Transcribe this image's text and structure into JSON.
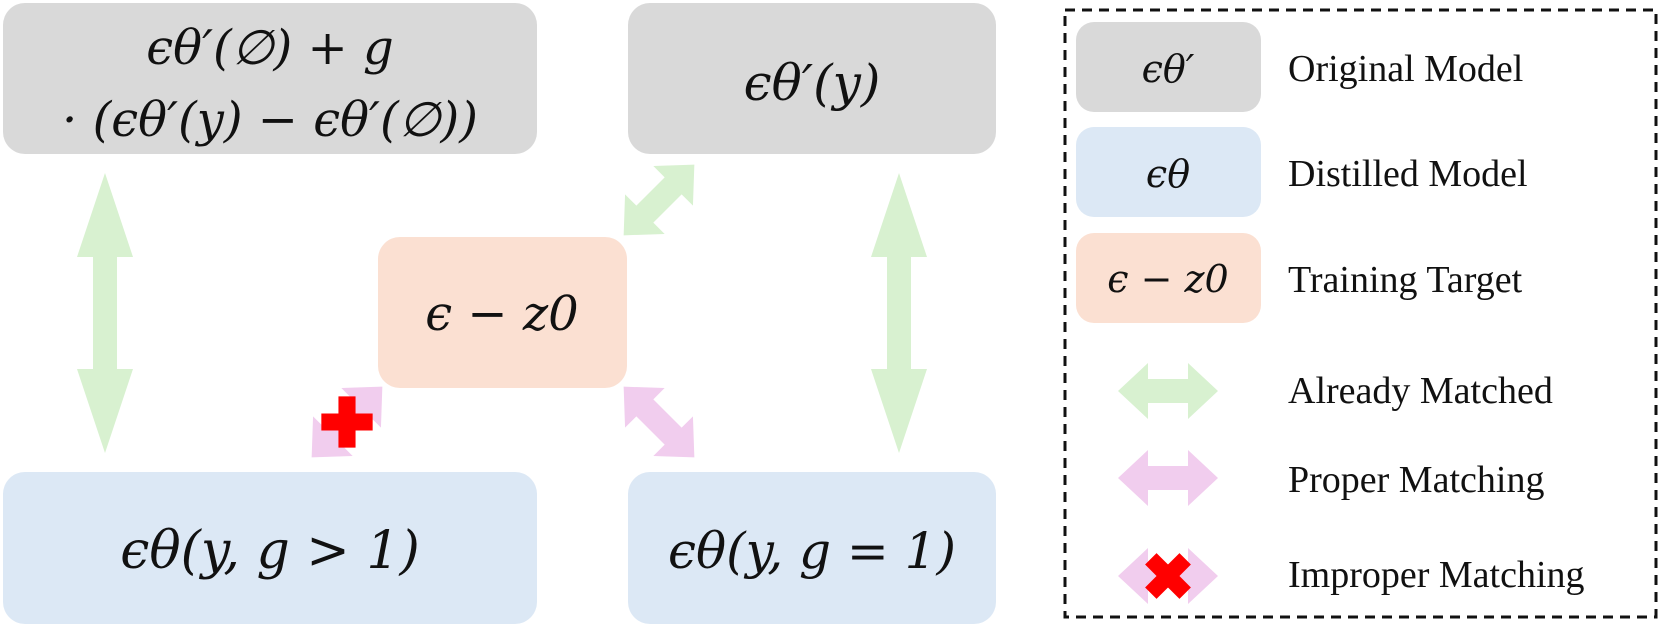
{
  "colors": {
    "original": "#d9d9d9",
    "distilled": "#dce8f5",
    "target": "#fbe0d2",
    "matched": "#d8f1d0",
    "proper": "#f1cdee",
    "improper": "#ff0000"
  },
  "boxes": {
    "cfg_line1": "ϵθ′(∅) + g",
    "cfg_line2": "· (ϵθ′(y) − ϵθ′(∅))",
    "original_cond": "ϵθ′(y)",
    "target": "ϵ − z0",
    "distilled_g_gt1": "ϵθ(y, g > 1)",
    "distilled_g_eq1": "ϵθ(y, g = 1)"
  },
  "legend": {
    "items": [
      {
        "swatch": "ϵθ′",
        "label": "Original Model"
      },
      {
        "swatch": "ϵθ",
        "label": "Distilled Model"
      },
      {
        "swatch": "ϵ − z0",
        "label": "Training Target"
      },
      {
        "icon": "green-double-arrow",
        "label": "Already Matched"
      },
      {
        "icon": "pink-double-arrow",
        "label": "Proper Matching"
      },
      {
        "icon": "pink-double-arrow-with-red-cross",
        "label": "Improper Matching"
      }
    ]
  }
}
